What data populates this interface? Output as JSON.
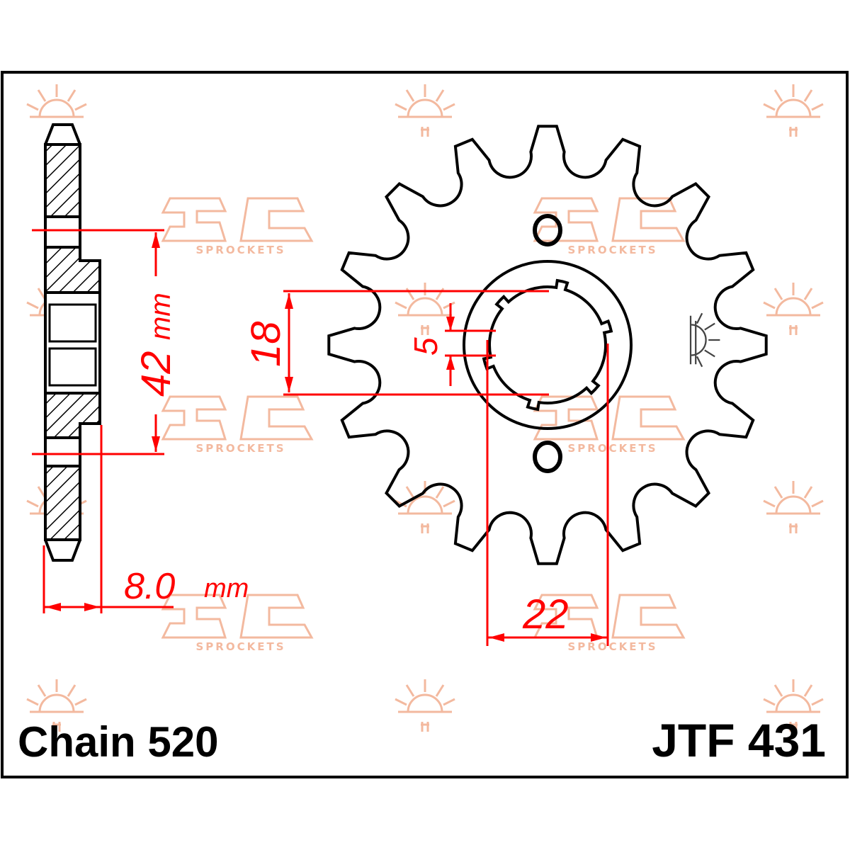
{
  "labels": {
    "chain": "Chain 520",
    "part_number": "JTF 431"
  },
  "dimensions": {
    "center_distance": "42",
    "center_distance_unit": "mm",
    "width": "8.0",
    "width_unit": "mm",
    "spline_diameter": "18",
    "spline_depth": "5",
    "hub_diameter": "22"
  },
  "sprocket": {
    "teeth_shown": 16,
    "bolt_holes": 2
  },
  "watermark": {
    "text": "SPROCKETS",
    "color": "#f3b99f"
  },
  "colors": {
    "dimension": "#ff0000",
    "outline": "#000000"
  }
}
